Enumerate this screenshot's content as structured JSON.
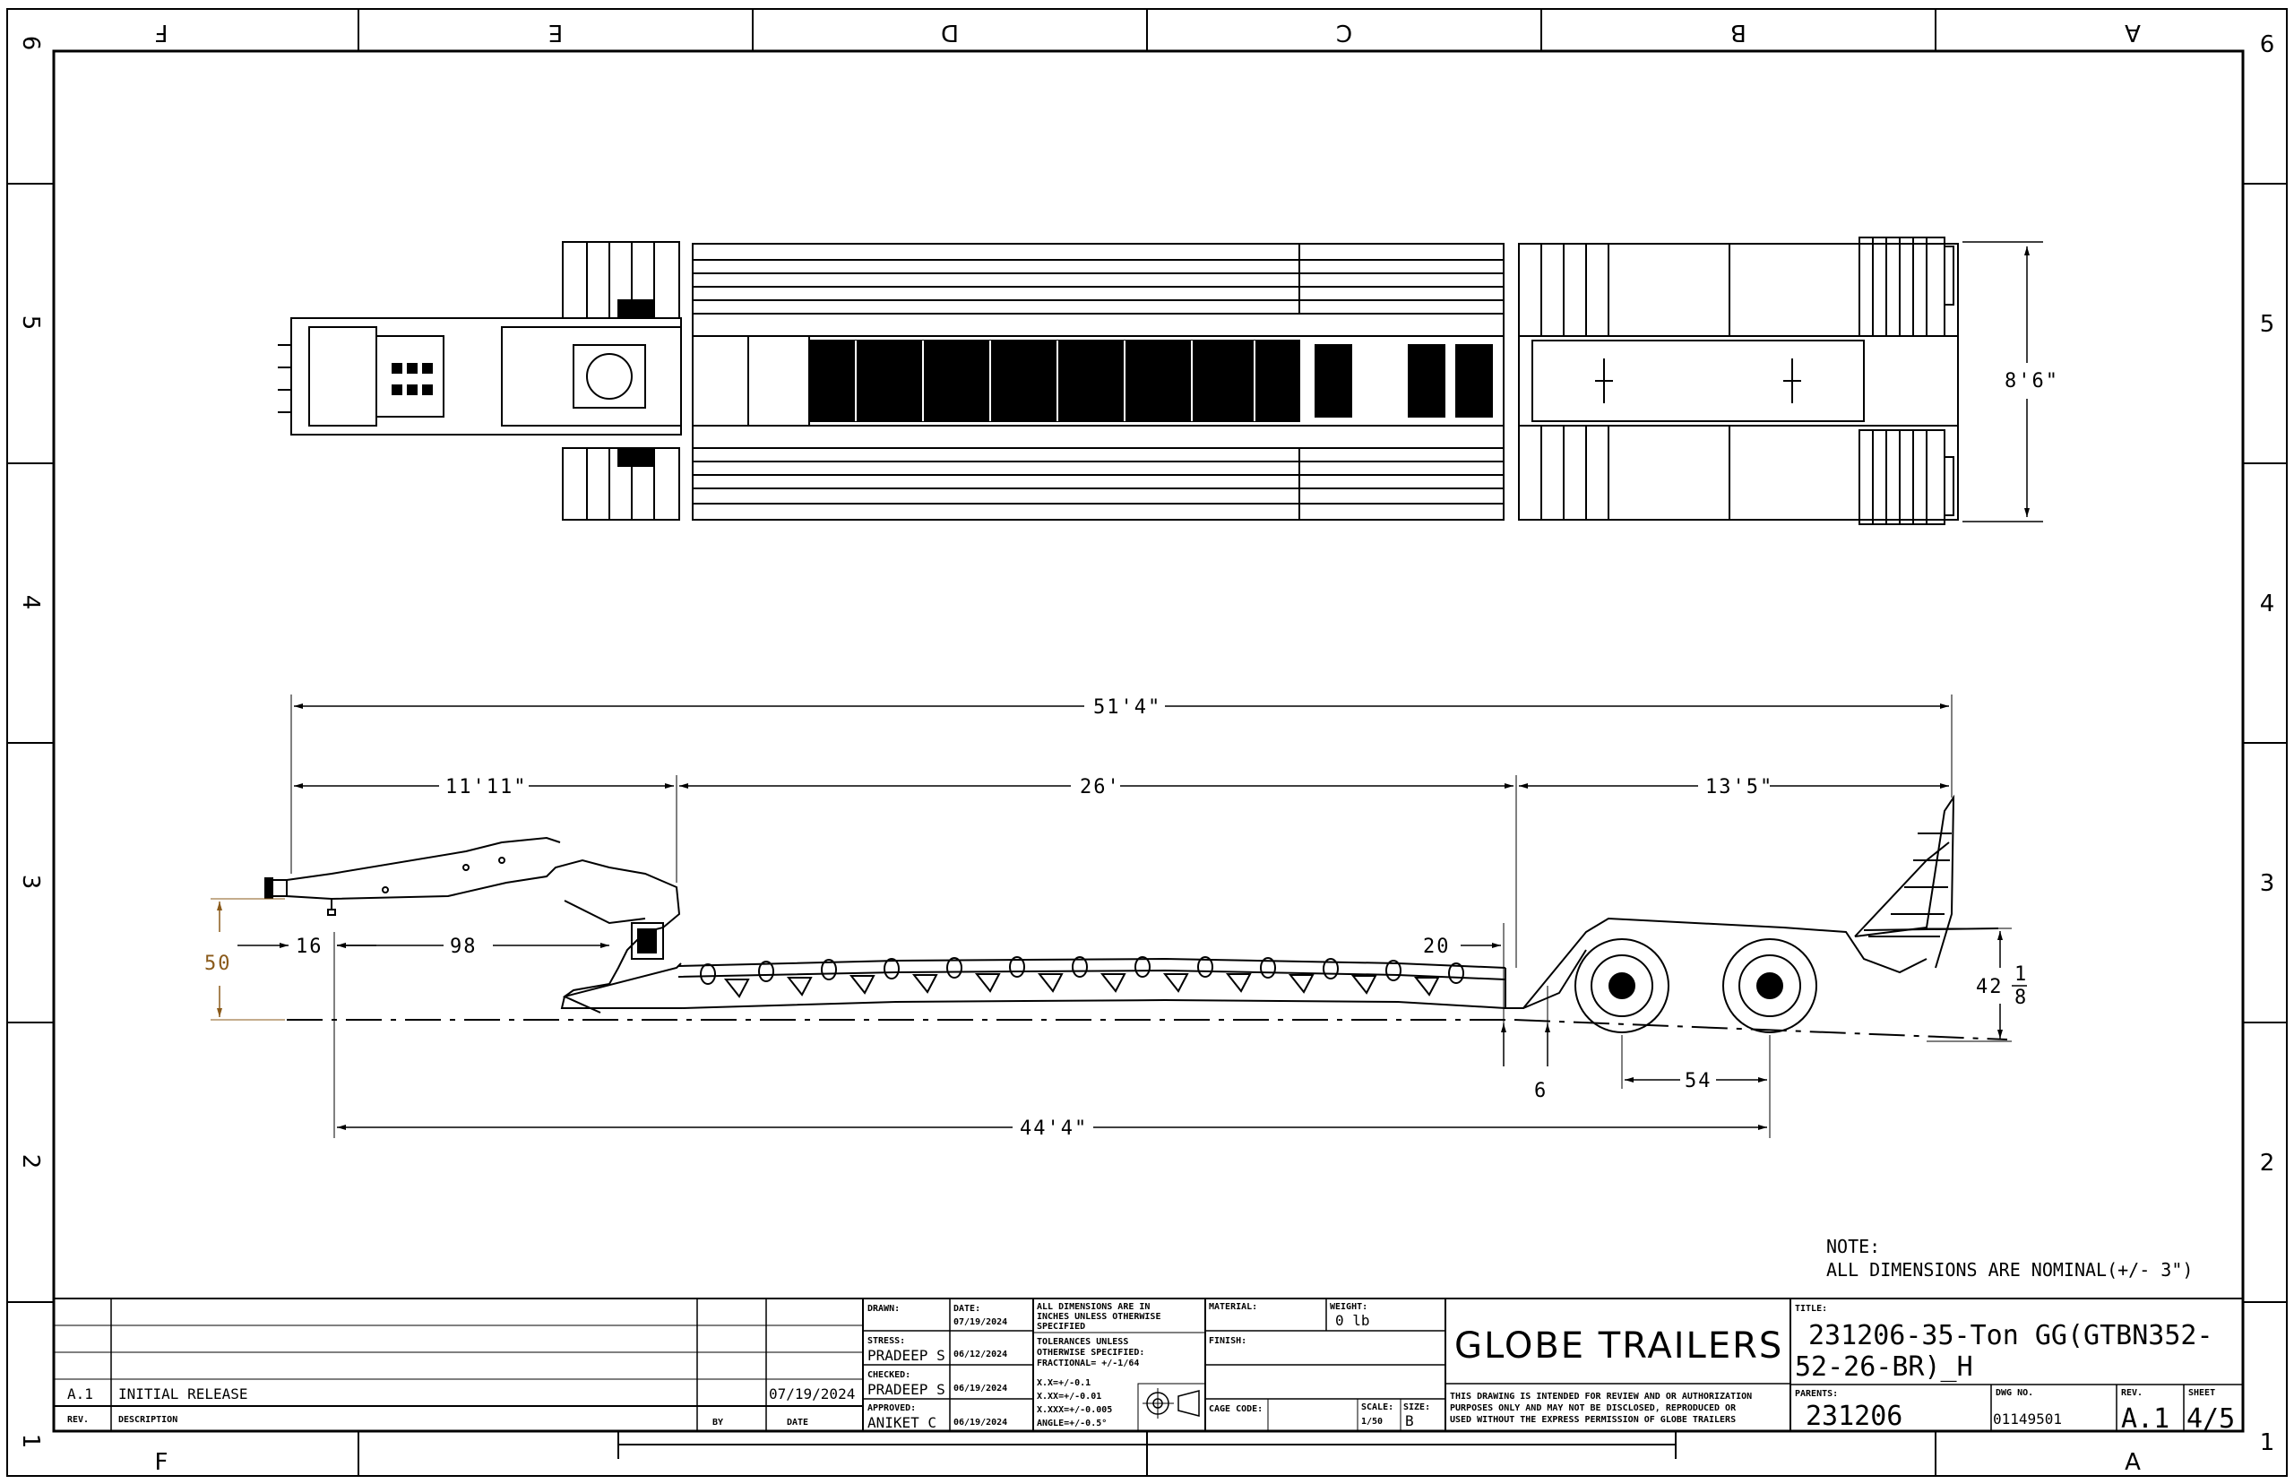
{
  "zones": {
    "columns": [
      "F",
      "E",
      "D",
      "C",
      "B",
      "A"
    ],
    "rows": [
      "6",
      "5",
      "4",
      "3",
      "2",
      "1"
    ]
  },
  "top_view": {
    "width_dim": "8'6\""
  },
  "side_view": {
    "overall_length": "51'4\"",
    "gooseneck_length": "11'11\"",
    "deck_length": "26'",
    "rear_length": "13'5\"",
    "front_offset": "16",
    "front_span": "98",
    "front_height": "50",
    "deck_end_gap": "20",
    "rear_height_whole": "42",
    "rear_height_frac_num": "1",
    "rear_height_frac_den": "8",
    "rear_offset": "6",
    "axle_spread": "54",
    "kingpin_to_axle": "44'4\""
  },
  "note": {
    "heading": "NOTE:",
    "text": "ALL DIMENSIONS ARE NOMINAL(+/- 3\")"
  },
  "title_block": {
    "rev_rows": [
      {
        "rev": "A.1",
        "description": "INITIAL RELEASE",
        "by": "",
        "date": "07/19/2024"
      }
    ],
    "rev_header": {
      "rev": "REV.",
      "description": "DESCRIPTION",
      "by": "BY",
      "date": "DATE"
    },
    "drawn_label": "DRAWN:",
    "date_label": "DATE:",
    "drawn_date": "07/19/2024",
    "stress_label": "STRESS:",
    "stress_name": "PRADEEP S",
    "stress_date": "06/12/2024",
    "checked_label": "CHECKED:",
    "checked_name": "PRADEEP S",
    "checked_date": "06/19/2024",
    "approved_label": "APPROVED:",
    "approved_name": "ANIKET C",
    "approved_date": "06/19/2024",
    "tolerance_lines": [
      "ALL DIMENSIONS ARE IN",
      "INCHES UNLESS OTHERWISE",
      "SPECIFIED",
      "TOLERANCES UNLESS",
      "OTHERWISE SPECIFIED:",
      "FRACTIONAL= +/-1/64",
      "X.X=+/-0.1",
      "X.XX=+/-0.01",
      "X.XXX=+/-0.005",
      "ANGLE=+/-0.5°"
    ],
    "material_label": "MATERIAL:",
    "weight_label": "WEIGHT:",
    "weight_value": "0 lb",
    "finish_label": "FINISH:",
    "cage_label": "CAGE CODE:",
    "scale_label": "SCALE:",
    "scale_value": "1/50",
    "size_label": "SIZE:",
    "size_value": "B",
    "company": "GLOBE TRAILERS",
    "disclaimer": [
      "THIS DRAWING IS INTENDED FOR REVIEW AND OR AUTHORIZATION",
      "PURPOSES ONLY AND MAY NOT BE DISCLOSED, REPRODUCED OR",
      "USED WITHOUT THE EXPRESS PERMISSION OF GLOBE TRAILERS"
    ],
    "title_label": "TITLE:",
    "title_line1": "231206-35-Ton GG(GTBN352-",
    "title_line2": "52-26-BR)_H",
    "parents_label": "PARENTS:",
    "parents_value": "231206",
    "dwg_label": "DWG NO.",
    "dwg_value": "01149501",
    "rev_label": "REV.",
    "rev_value": "A.1",
    "sheet_label": "SHEET",
    "sheet_value": "4/5"
  }
}
